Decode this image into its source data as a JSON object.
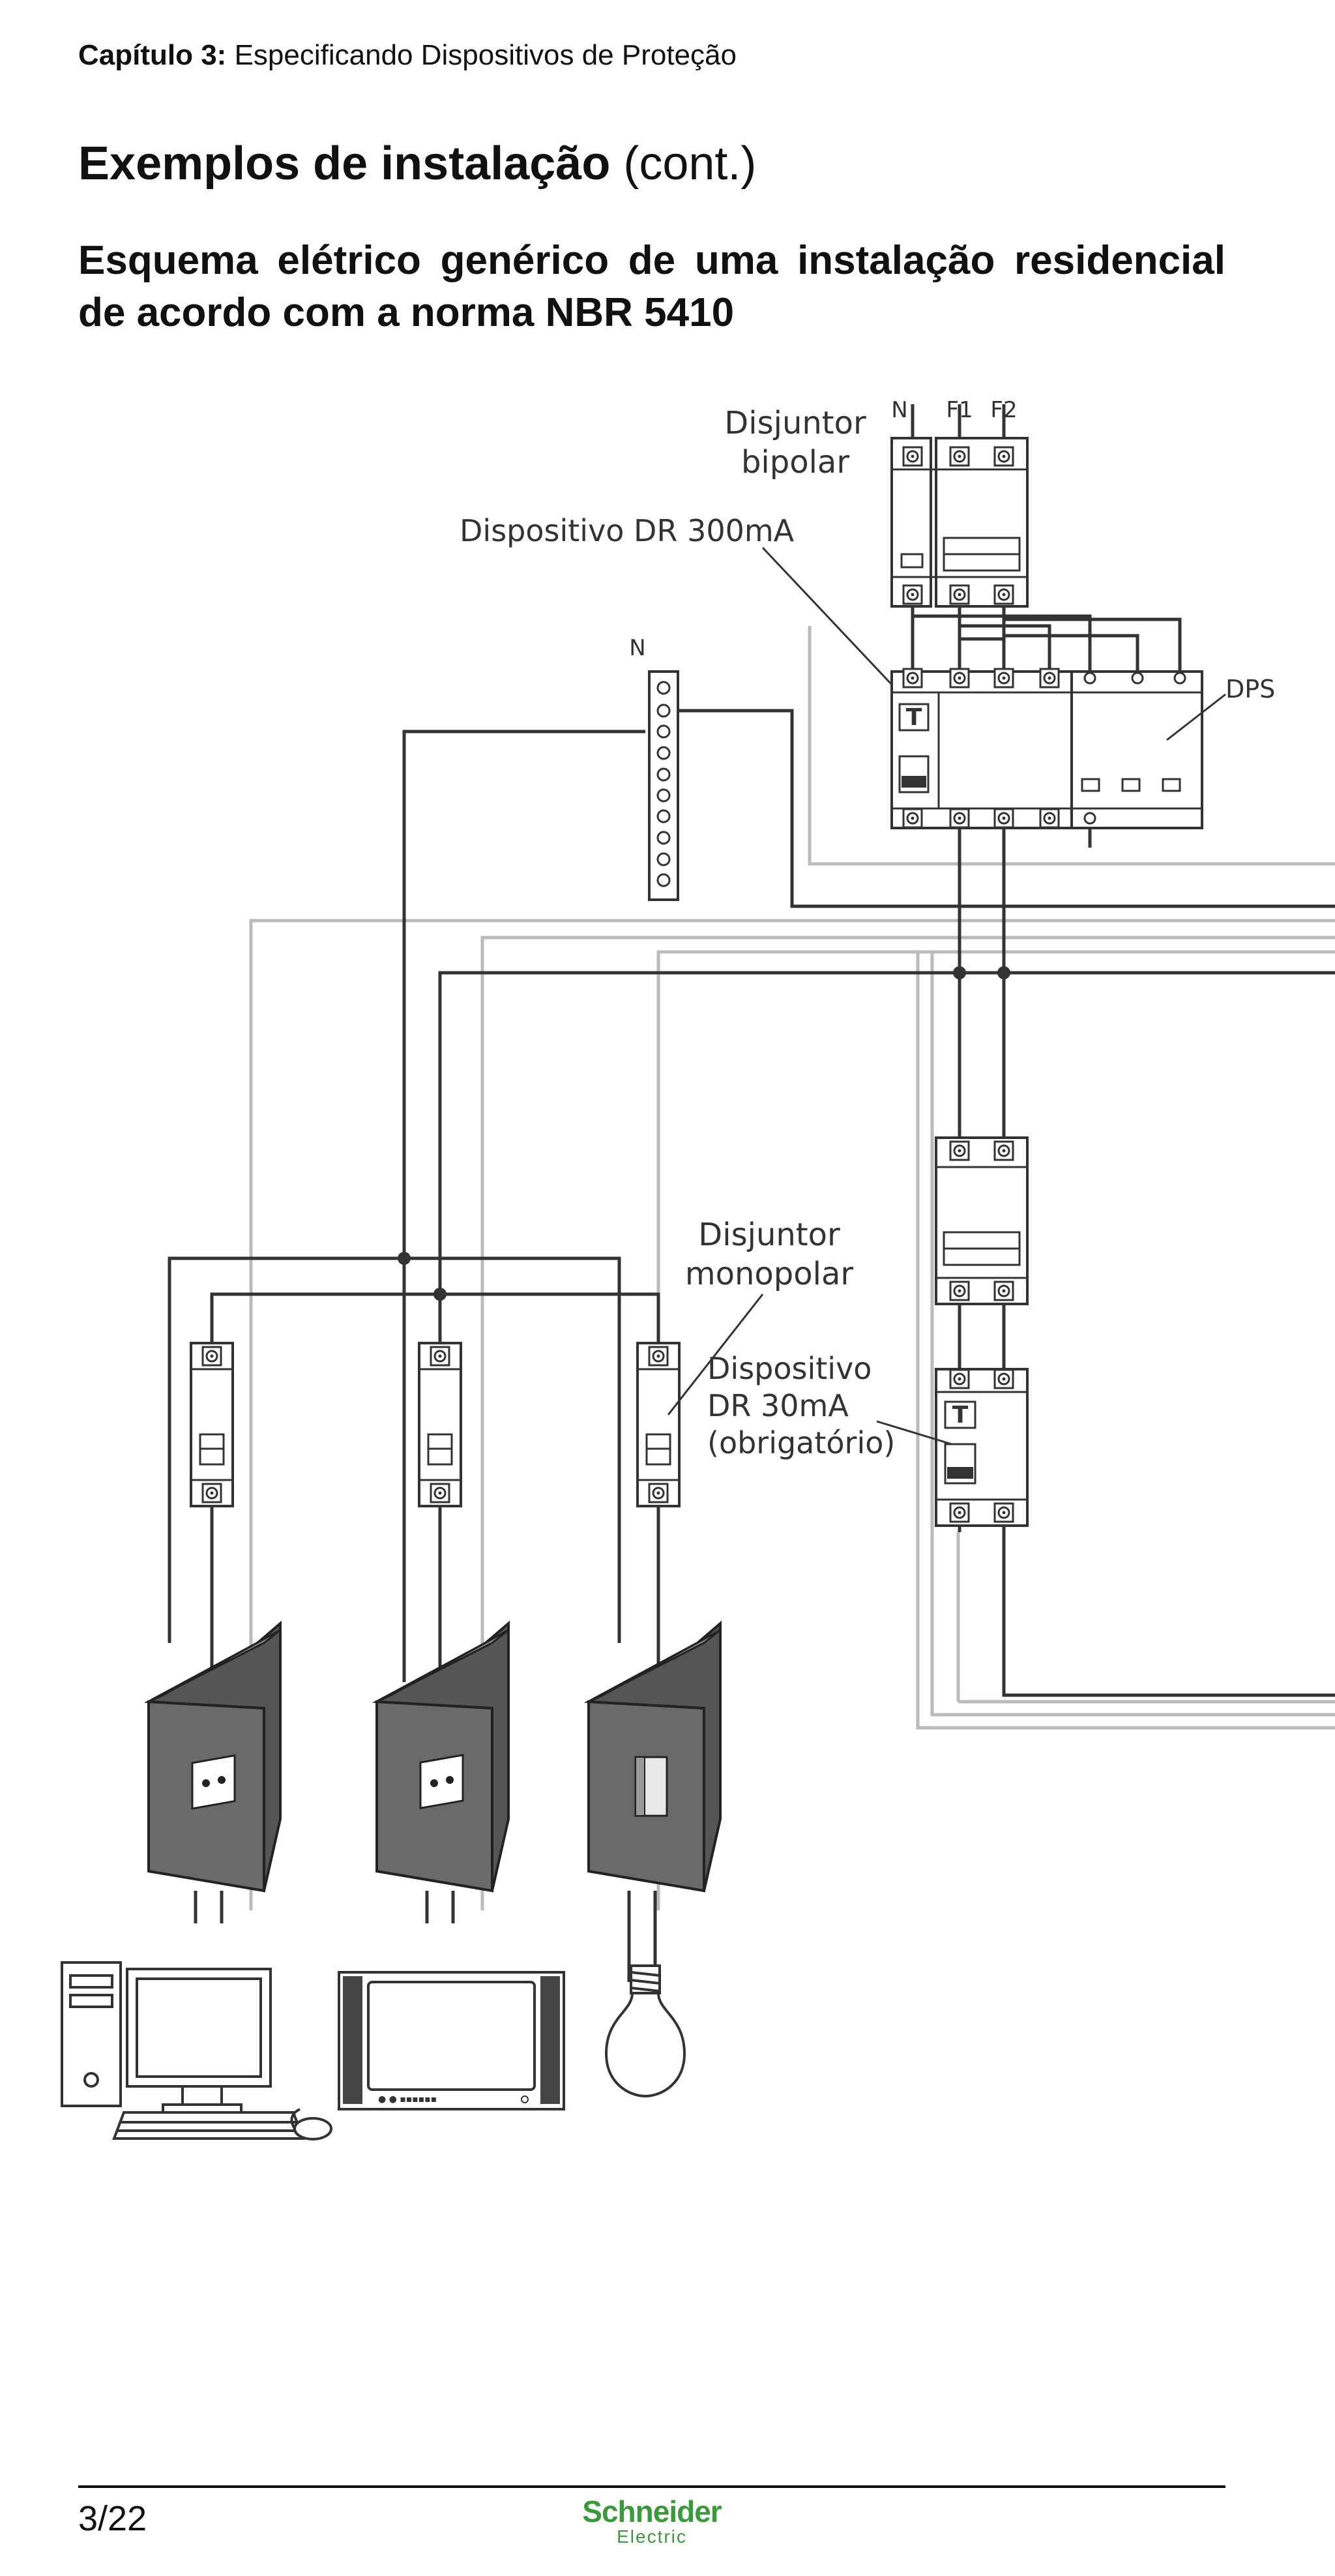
{
  "header": {
    "chapter_prefix": "Capítulo 3:",
    "chapter_title": "Especificando Dispositivos de Proteção"
  },
  "title": {
    "main": "Exemplos de instalação",
    "suffix": "(cont.)"
  },
  "subtitle": {
    "line1": "Esquema elétrico genérico de uma instalação residencial",
    "line2": "de acordo com a norma NBR 5410"
  },
  "diagram": {
    "label_n_top": "N",
    "label_f1": "F1",
    "label_f2": "F2",
    "label_disjuntor_bipolar_1": "Disjuntor",
    "label_disjuntor_bipolar_2": "bipolar",
    "label_dr300": "Dispositivo DR 300mA",
    "label_n_bar": "N",
    "label_dps": "DPS",
    "label_disjuntor_mono_1": "Disjuntor",
    "label_disjuntor_mono_2": "monopolar",
    "label_dr30_1": "Dispositivo",
    "label_dr30_2": "DR 30mA",
    "label_dr30_3": "(obrigatório)",
    "rcd_test_symbol": "T",
    "tv_brand_text": "● ● ▪▪▪▪▪▪"
  },
  "footer": {
    "page": "3/22",
    "brand_1": "Schneider",
    "brand_2": "Electric"
  },
  "colors": {
    "brand_green": "#3a9a3a",
    "line_dark": "#333333",
    "line_light": "#bbbbbb"
  }
}
